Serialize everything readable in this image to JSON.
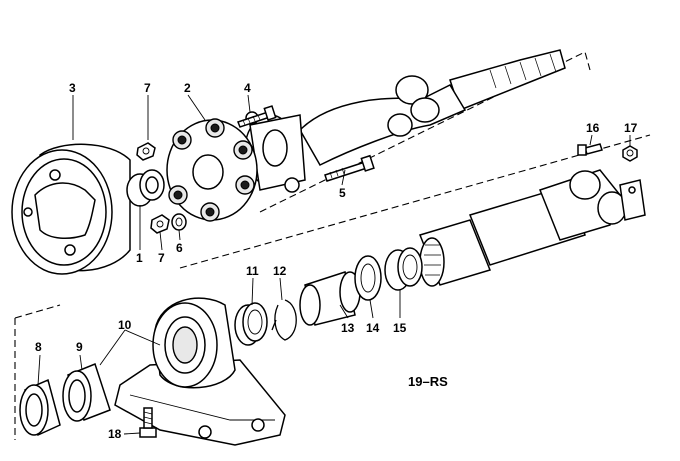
{
  "diagram": {
    "code": "19–RS",
    "callouts": [
      "1",
      "2",
      "3",
      "4",
      "5",
      "6",
      "7",
      "7",
      "8",
      "9",
      "10",
      "11",
      "12",
      "13",
      "14",
      "15",
      "16",
      "17",
      "18"
    ]
  }
}
